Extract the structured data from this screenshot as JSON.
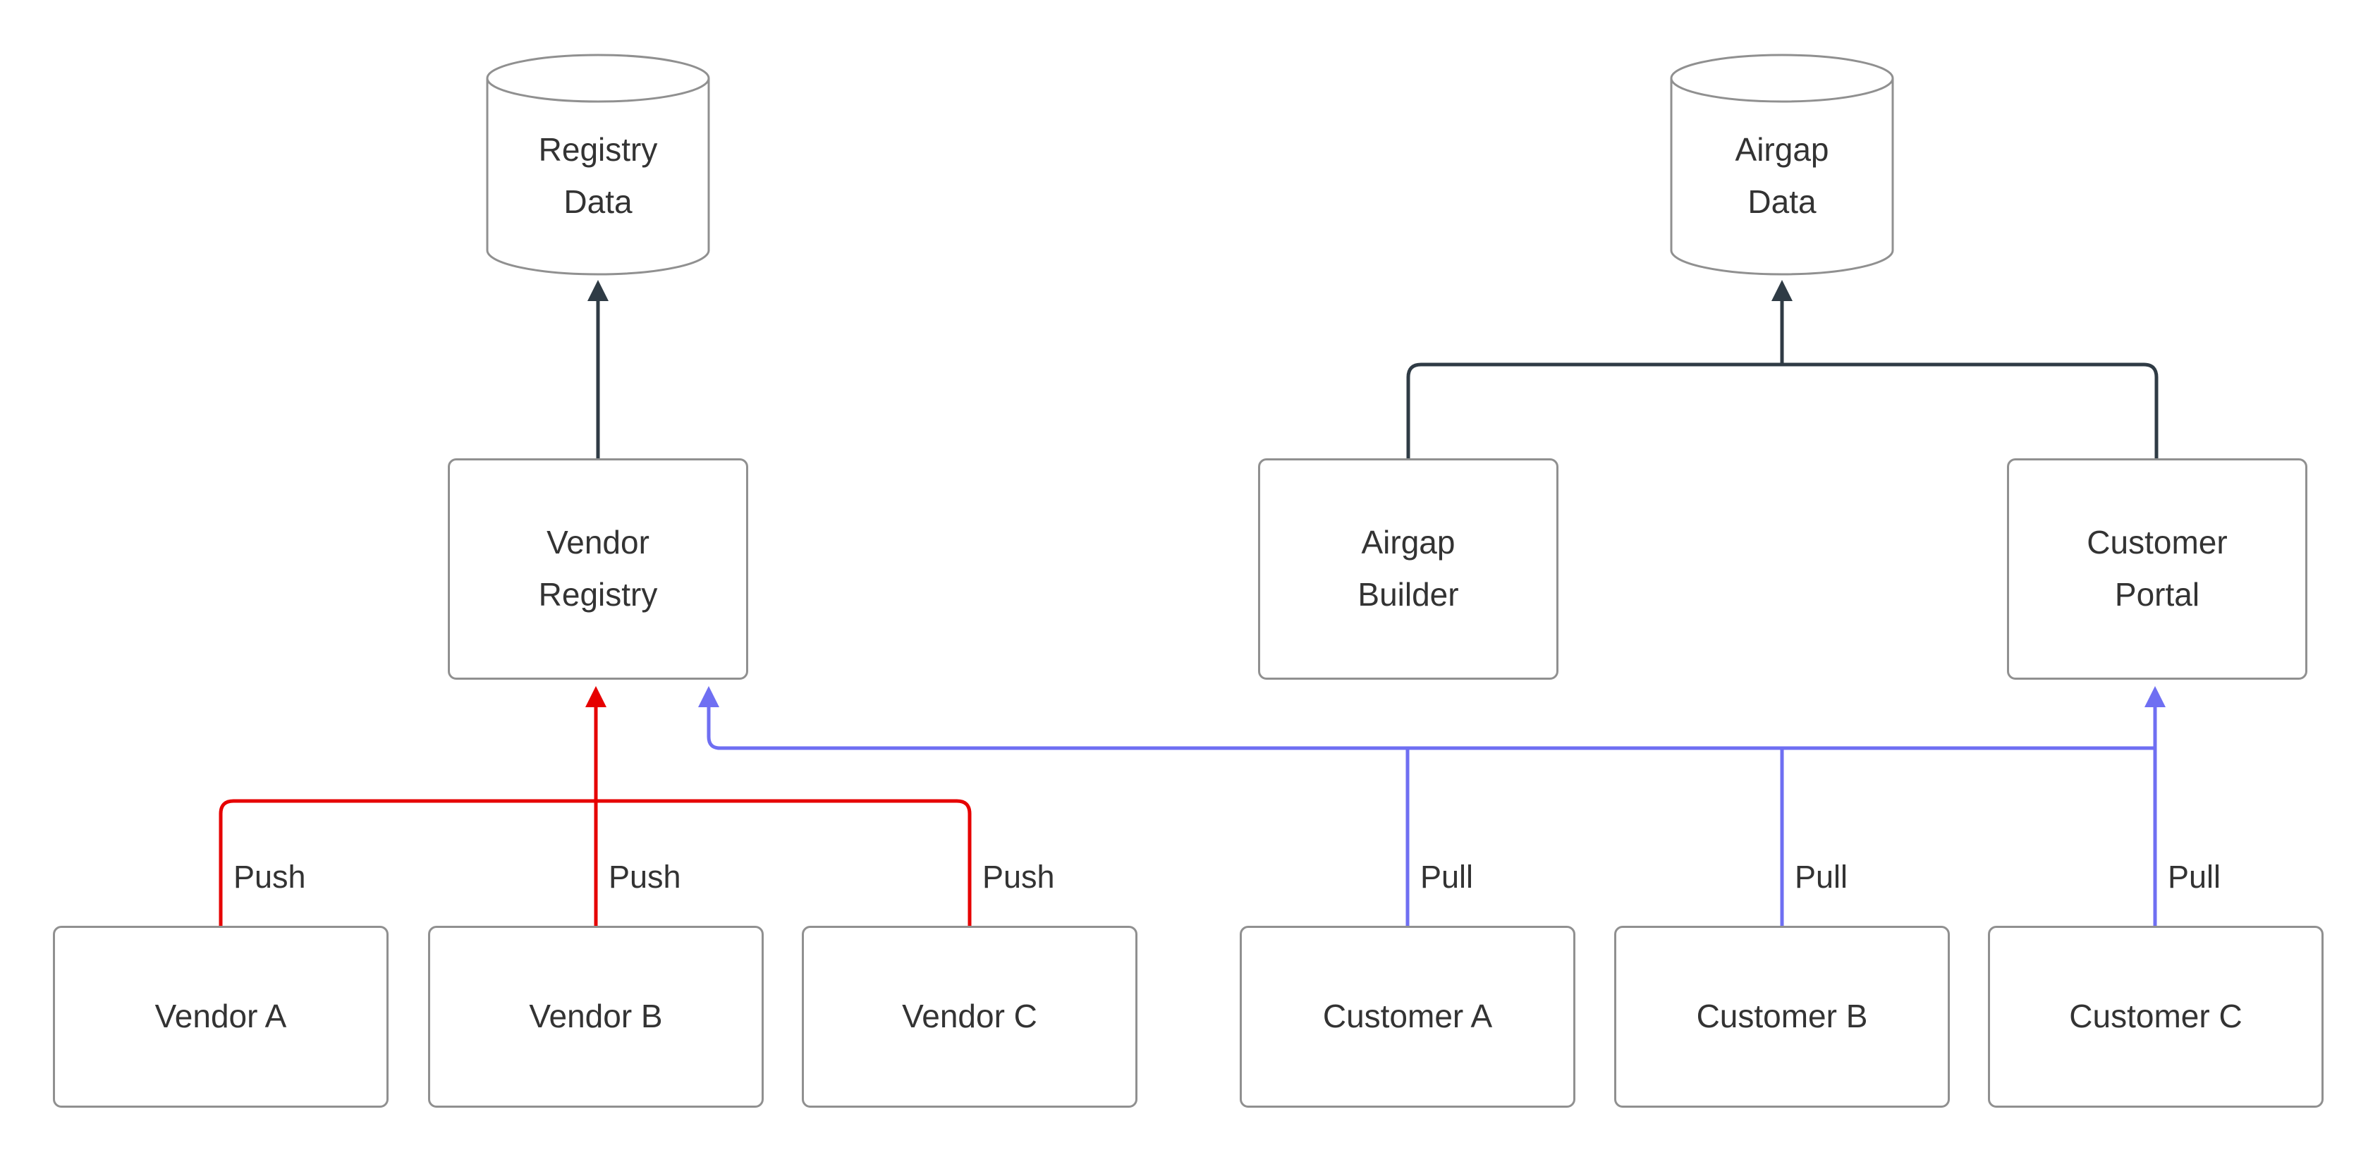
{
  "diagram": {
    "nodes": {
      "registry_data": {
        "label": "Registry\nData",
        "shape": "cylinder"
      },
      "airgap_data": {
        "label": "Airgap\nData",
        "shape": "cylinder"
      },
      "vendor_registry": {
        "label": "Vendor\nRegistry",
        "shape": "rect"
      },
      "airgap_builder": {
        "label": "Airgap\nBuilder",
        "shape": "rect"
      },
      "customer_portal": {
        "label": "Customer\nPortal",
        "shape": "rect"
      },
      "vendor_a": {
        "label": "Vendor A",
        "shape": "rect"
      },
      "vendor_b": {
        "label": "Vendor B",
        "shape": "rect"
      },
      "vendor_c": {
        "label": "Vendor C",
        "shape": "rect"
      },
      "customer_a": {
        "label": "Customer A",
        "shape": "rect"
      },
      "customer_b": {
        "label": "Customer B",
        "shape": "rect"
      },
      "customer_c": {
        "label": "Customer C",
        "shape": "rect"
      }
    },
    "edge_labels": {
      "push": "Push",
      "pull": "Pull"
    },
    "colors": {
      "flow_dark": "#2f3b45",
      "push_red": "#e60000",
      "pull_blue": "#6f6ff2",
      "node_border": "#909090",
      "text": "#333333",
      "background": "#ffffff"
    }
  }
}
